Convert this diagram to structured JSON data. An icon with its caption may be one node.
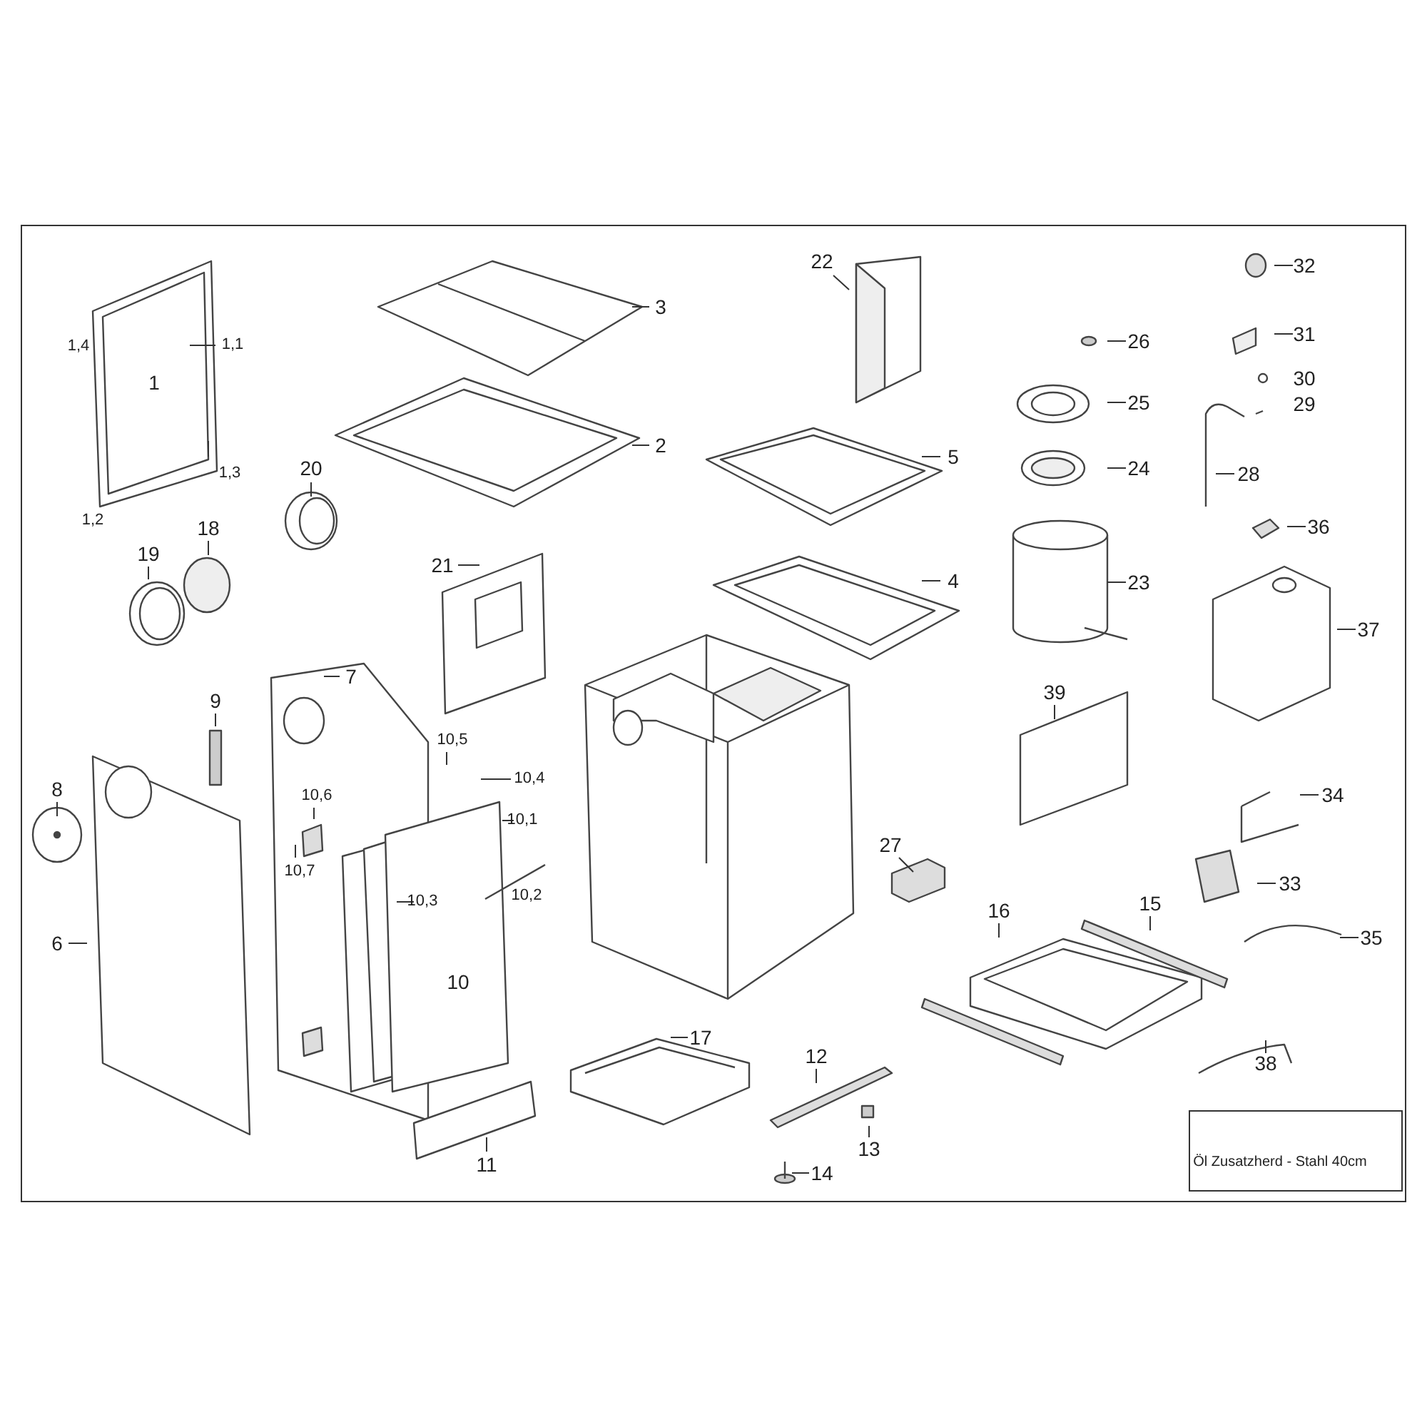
{
  "diagram": {
    "nodes": [
      {
        "text": [
          "22"
        ]
      },
      {
        "text": [
          "32"
        ]
      },
      {
        "text": [
          "3"
        ]
      },
      {
        "text": [
          "31"
        ]
      },
      {
        "text": [
          "26"
        ]
      },
      {
        "text": [
          "1,1"
        ]
      },
      {
        "text": [
          "25"
        ]
      },
      {
        "text": [
          "2"
        ]
      },
      {
        "text": [
          "5"
        ]
      },
      {
        "text": [
          "1,3"
        ]
      },
      {
        "text": [
          "20"
        ]
      },
      {
        "text": [
          "24"
        ]
      },
      {
        "text": [
          "28"
        ]
      },
      {
        "text": [
          "36"
        ]
      },
      {
        "text": [
          "18"
        ]
      },
      {
        "text": [
          "19"
        ]
      },
      {
        "text": [
          "21"
        ]
      },
      {
        "text": [
          "4"
        ]
      },
      {
        "text": [
          "23"
        ]
      },
      {
        "text": [
          "37"
        ]
      },
      {
        "text": [
          "7"
        ]
      },
      {
        "text": [
          "39"
        ]
      },
      {
        "text": [
          "9"
        ]
      },
      {
        "text": [
          "10,5"
        ]
      },
      {
        "text": [
          "10,4"
        ]
      },
      {
        "text": [
          "8"
        ]
      },
      {
        "text": [
          "34"
        ]
      },
      {
        "text": [
          "10,6"
        ]
      },
      {
        "text": [
          "10,1"
        ]
      },
      {
        "text": [
          "27"
        ]
      },
      {
        "text": [
          "10,7"
        ]
      },
      {
        "text": [
          "33"
        ]
      },
      {
        "text": [
          "10,3"
        ]
      },
      {
        "text": [
          "15"
        ]
      },
      {
        "text": [
          "16"
        ]
      },
      {
        "text": [
          "35"
        ]
      },
      {
        "text": [
          "6"
        ]
      },
      {
        "text": [
          "17"
        ]
      },
      {
        "text": [
          "12"
        ]
      },
      {
        "text": [
          "38"
        ]
      },
      {
        "text": [
          "13"
        ]
      },
      {
        "text": [
          "11"
        ]
      },
      {
        "text": [
          "14"
        ]
      }
    ],
    "edges": [
      {
        "from": 0,
        "to": null,
        "arrow": "none"
      },
      {
        "from": 1,
        "to": null,
        "arrow": "none"
      },
      {
        "from": 2,
        "to": null,
        "arrow": "none"
      },
      {
        "from": 3,
        "to": null,
        "arrow": "none"
      },
      {
        "from": 4,
        "to": null,
        "arrow": "none"
      },
      {
        "from": 5,
        "to": null,
        "arrow": "none"
      },
      {
        "from": 6,
        "to": null,
        "arrow": "none"
      },
      {
        "from": 7,
        "to": null,
        "arrow": "none"
      },
      {
        "from": 8,
        "to": null,
        "arrow": "none"
      },
      {
        "from": 9,
        "to": null,
        "arrow": "none"
      },
      {
        "from": 10,
        "to": null,
        "arrow": "none"
      },
      {
        "from": 11,
        "to": null,
        "arrow": "none"
      },
      {
        "from": 12,
        "to": null,
        "arrow": "none"
      },
      {
        "from": 13,
        "to": null,
        "arrow": "none"
      },
      {
        "from": 14,
        "to": null,
        "arrow": "none"
      },
      {
        "from": 15,
        "to": null,
        "arrow": "none"
      },
      {
        "from": 16,
        "to": null,
        "arrow": "none"
      },
      {
        "from": 17,
        "to": null,
        "arrow": "none"
      },
      {
        "from": 18,
        "to": null,
        "arrow": "none"
      },
      {
        "from": 19,
        "to": null,
        "arrow": "none"
      },
      {
        "from": 20,
        "to": null,
        "arrow": "none"
      },
      {
        "from": 21,
        "to": null,
        "arrow": "none"
      },
      {
        "from": 22,
        "to": null,
        "arrow": "none"
      },
      {
        "from": 23,
        "to": null,
        "arrow": "none"
      },
      {
        "from": 24,
        "to": null,
        "arrow": "none"
      },
      {
        "from": 25,
        "to": null,
        "arrow": "none"
      },
      {
        "from": 26,
        "to": null,
        "arrow": "none"
      },
      {
        "from": 27,
        "to": null,
        "arrow": "none"
      },
      {
        "from": 28,
        "to": null,
        "arrow": "none"
      },
      {
        "from": 29,
        "to": null,
        "arrow": "none"
      },
      {
        "from": 30,
        "to": null,
        "arrow": "none"
      },
      {
        "from": 31,
        "to": null,
        "arrow": "none"
      },
      {
        "from": 32,
        "to": null,
        "arrow": "none"
      },
      {
        "from": 33,
        "to": null,
        "arrow": "none"
      },
      {
        "from": 34,
        "to": null,
        "arrow": "none"
      },
      {
        "from": 35,
        "to": null,
        "arrow": "none"
      },
      {
        "from": 36,
        "to": null,
        "arrow": "none"
      },
      {
        "from": 37,
        "to": null,
        "arrow": "none"
      },
      {
        "from": 38,
        "to": null,
        "arrow": "none"
      },
      {
        "from": 39,
        "to": null,
        "arrow": "none"
      },
      {
        "from": 40,
        "to": null,
        "arrow": "none"
      },
      {
        "from": 41,
        "to": null,
        "arrow": "none"
      },
      {
        "from": 42,
        "to": null,
        "arrow": "none"
      }
    ],
    "labels": [
      "1,4",
      "1",
      "30",
      "29",
      "1,2",
      "10,2",
      "10",
      "Öl Zusatzherd - Stahl 40cm"
    ]
  }
}
